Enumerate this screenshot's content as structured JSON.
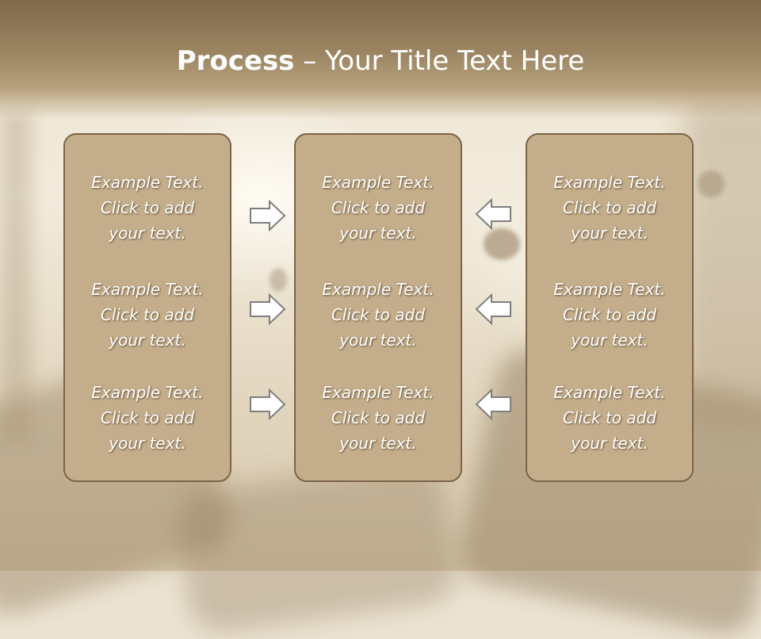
{
  "slide": {
    "title_bold": "Process",
    "title_rest": " – Your Title Text Here"
  },
  "columns": [
    {
      "items": [
        {
          "line1": "Example Text.",
          "line2": "Click  to add",
          "line3": "your text."
        },
        {
          "line1": "Example Text.",
          "line2": "Click  to add",
          "line3": "your text."
        },
        {
          "line1": "Example Text.",
          "line2": "Click  to add",
          "line3": "your text."
        }
      ]
    },
    {
      "items": [
        {
          "line1": "Example Text.",
          "line2": "Click  to add",
          "line3": "your text."
        },
        {
          "line1": "Example Text.",
          "line2": "Click  to add",
          "line3": "your text."
        },
        {
          "line1": "Example Text.",
          "line2": "Click  to add",
          "line3": "your text."
        }
      ]
    },
    {
      "items": [
        {
          "line1": "Example Text.",
          "line2": "Click  to add",
          "line3": "your text."
        },
        {
          "line1": "Example Text.",
          "line2": "Click  to add",
          "line3": "your text."
        },
        {
          "line1": "Example Text.",
          "line2": "Click  to add",
          "line3": "your text."
        }
      ]
    }
  ],
  "icons": {
    "left_arrows": "arrow-right-outline-icon",
    "right_arrows": "arrow-left-outline-icon"
  },
  "colors": {
    "title_bar": "#9c8562",
    "box_fill": "#c4ad8a",
    "box_border": "#7a6548",
    "arrow_stroke": "#7f7f7f",
    "text": "#ffffff"
  }
}
